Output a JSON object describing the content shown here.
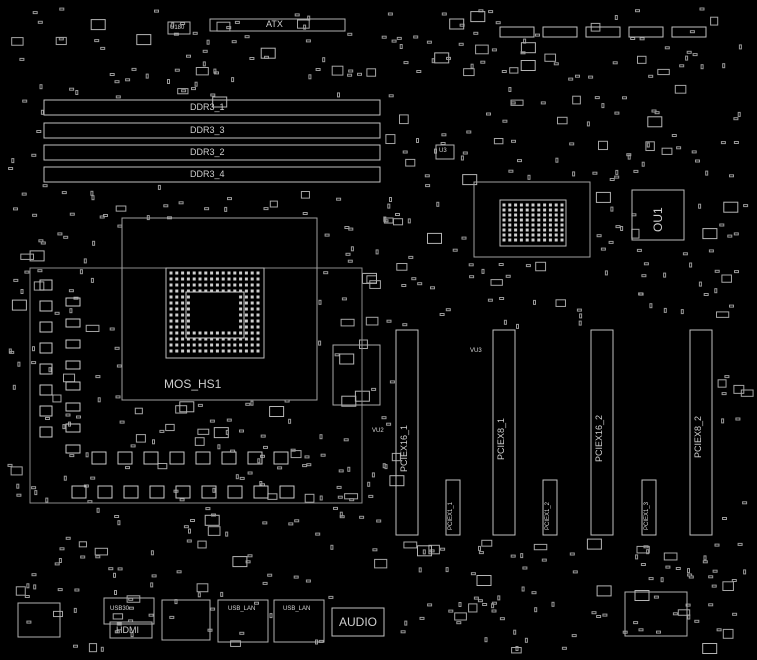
{
  "labels": {
    "atx": "ATX",
    "u180": "U180",
    "ddr_1": "DDR3_1",
    "ddr_3": "DDR3_3",
    "ddr_2": "DDR3_2",
    "ddr_4": "DDR3_4",
    "mos_hs": "MOS_HS1",
    "ou1": "OU1",
    "u3": "U3",
    "vu2": "VU2",
    "vu3": "VU3",
    "pciex16_1": "PCIEX16_1",
    "pciex8_1": "PCIEX8_1",
    "pciex16_2": "PCIEX16_2",
    "pciex8_2": "PCIEX8_2",
    "pciex1_1": "PCIEX1_1",
    "pciex1_2": "PCIEX1_2",
    "pciex1_3": "PCIEX1_3",
    "hdmi": "HDMI",
    "audio": "AUDIO",
    "usb_label": "USB30",
    "lan_label_1": "USB_LAN",
    "lan_label_2": "USB_LAN"
  },
  "colors": {
    "background": "#000000",
    "trace": "#9a9a9a",
    "pad": "#bdbdbd",
    "label": "#cfcfcf"
  }
}
